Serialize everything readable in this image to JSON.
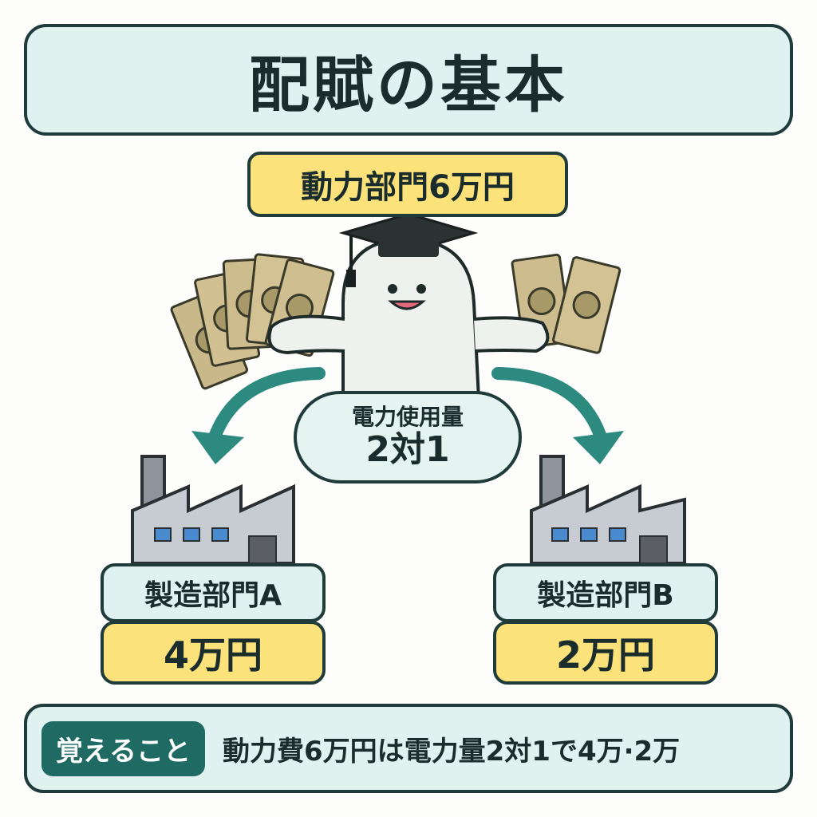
{
  "title": "配賦の基本",
  "source_department": "動力部門6万円",
  "ratio": {
    "label": "電力使用量",
    "value": "2対1"
  },
  "departments": [
    {
      "name": "製造部門A",
      "amount": "4万円"
    },
    {
      "name": "製造部門B",
      "amount": "2万円"
    }
  ],
  "memo": {
    "tag": "覚えること",
    "text": "動力費6万円は電力量2対1で4万·2万"
  },
  "icons": [
    "graduation-cap-icon",
    "money-bills-icon",
    "factory-icon",
    "curved-arrow-icon",
    "mascot-icon"
  ],
  "colors": {
    "teal_light": "#dff2ef",
    "yellow": "#fbe27a",
    "teal_dark": "#1f6b63",
    "arrow": "#2d8a7e",
    "outline": "#1f3b3a"
  }
}
